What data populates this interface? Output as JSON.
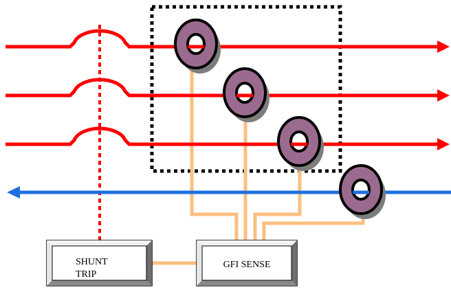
{
  "colors": {
    "phase_line": "#ff0000",
    "neutral_line": "#1f6fe0",
    "sense_wire": "#fbbf80",
    "ct_ring": "#9b6b8f",
    "ct_outline": "#000000",
    "ct_shadow": "#7d7d7d",
    "enclosure": "#000000",
    "box_bevel_light": "#f2f2f2",
    "box_bevel_dark": "#6e6e6e"
  },
  "icons": {
    "current_transformer": "ct-toroid-icon",
    "breaker_contact": "breaker-contact-icon",
    "arrow": "arrow-head-icon"
  },
  "boxes": {
    "shunt_trip": {
      "line1": "SHUNT",
      "line2": "TRIP"
    },
    "gfi_sense": {
      "label": "GFI SENSE"
    }
  }
}
